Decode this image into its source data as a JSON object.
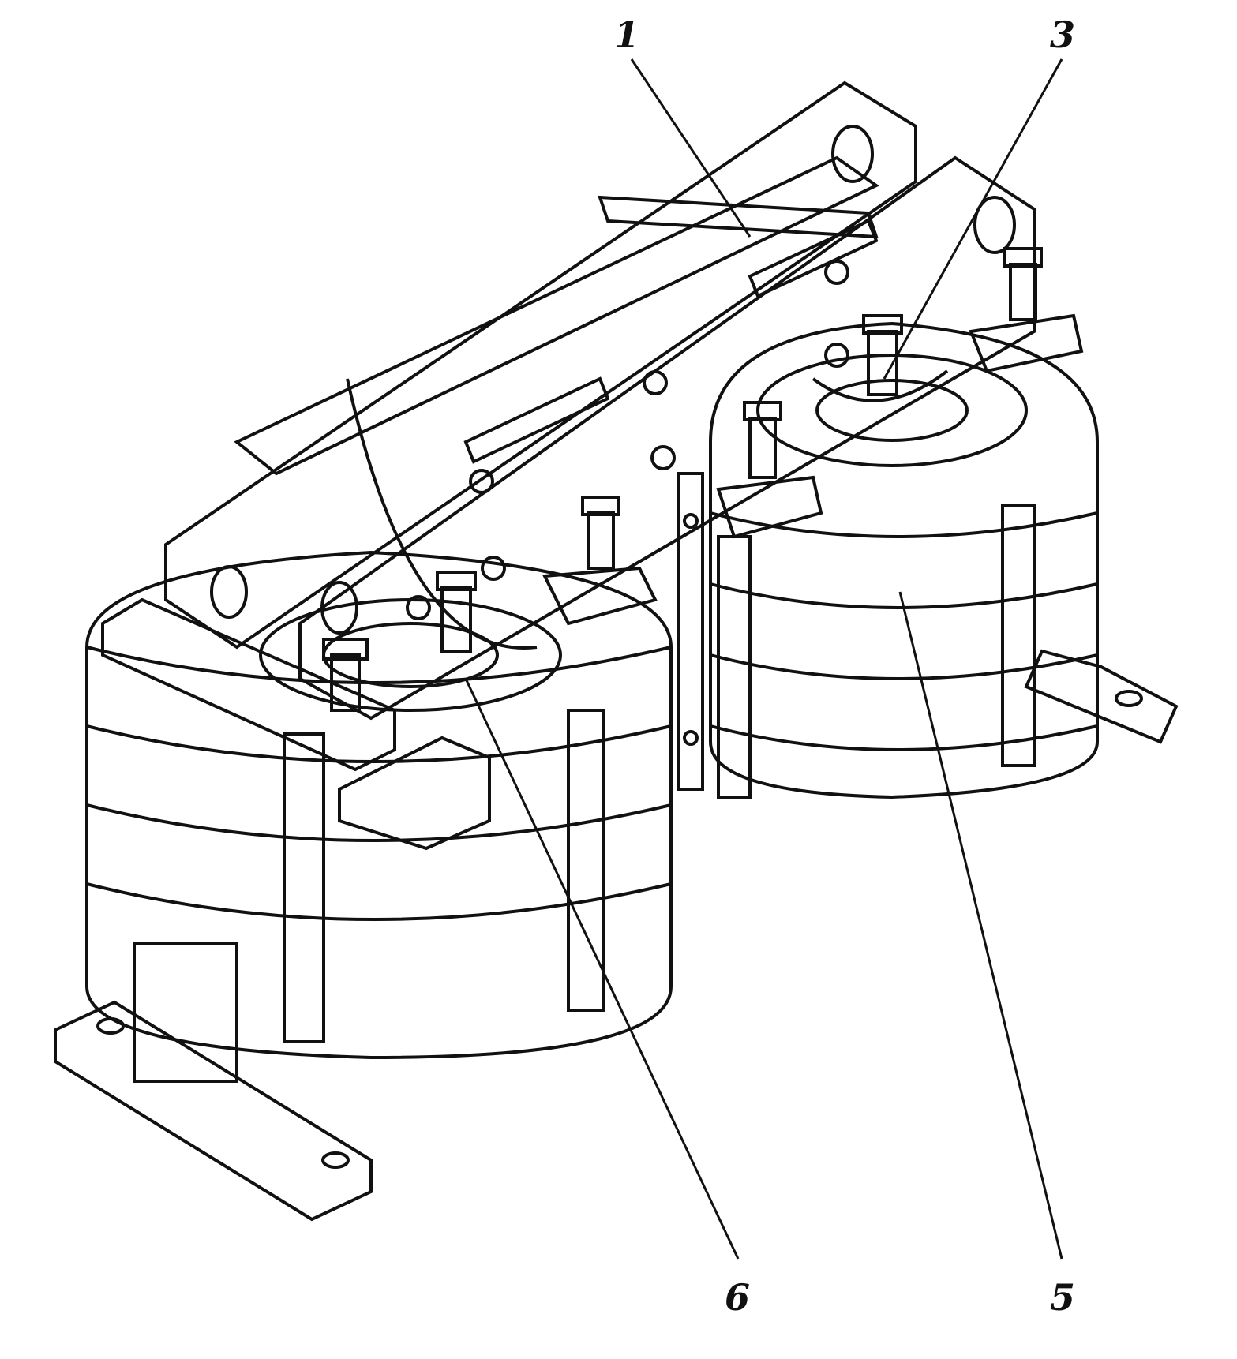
{
  "figure": {
    "callouts": [
      {
        "id": "1",
        "label": "1"
      },
      {
        "id": "3",
        "label": "3"
      },
      {
        "id": "5",
        "label": "5"
      },
      {
        "id": "6",
        "label": "6"
      }
    ],
    "colors": {
      "ink": "#111111",
      "paper": "#ffffff",
      "shade_light": "#d9d9d9",
      "shade_mid": "#a8a8a8",
      "shade_dark": "#6e6e6e"
    }
  }
}
